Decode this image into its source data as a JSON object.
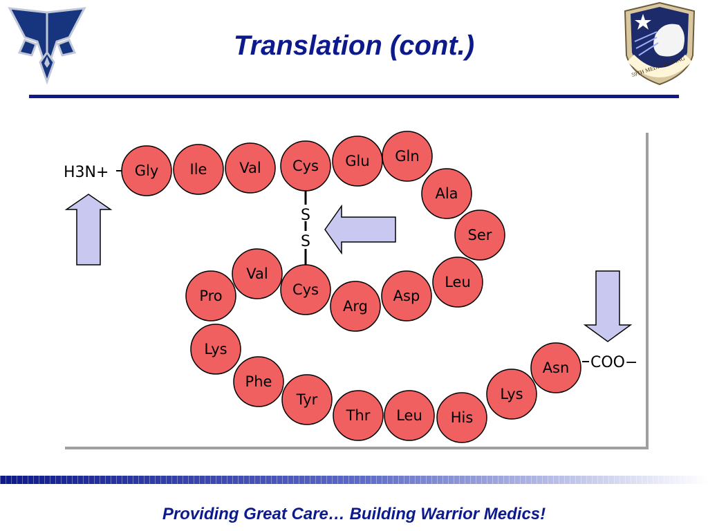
{
  "slide": {
    "title": "Translation (cont.)",
    "tagline": "Providing Great Care… Building Warrior Medics!",
    "emblem_text": "59TH MEDICAL WING",
    "colors": {
      "navy": "#0d1a8c",
      "residue_fill": "#f06060",
      "arrow_fill": "#c8c8f0"
    }
  },
  "peptide": {
    "n_terminus": "H3N+",
    "c_terminus": "COO−",
    "disulfide": [
      "S",
      "S"
    ],
    "residues": [
      "Gly",
      "Ile",
      "Val",
      "Cys",
      "Glu",
      "Gln",
      "Ala",
      "Ser",
      "Leu",
      "Asp",
      "Arg",
      "Cys",
      "Val",
      "Pro",
      "Lys",
      "Phe",
      "Tyr",
      "Thr",
      "Leu",
      "His",
      "Lys",
      "Asn"
    ]
  }
}
